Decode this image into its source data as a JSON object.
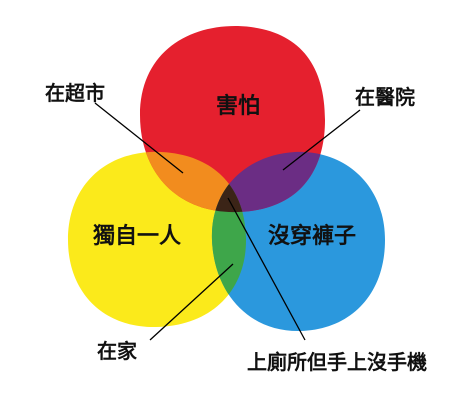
{
  "diagram": {
    "sets": [
      {
        "label": "害怕",
        "color": "#e5202e"
      },
      {
        "label": "獨自一人",
        "color": "#fbea1b"
      },
      {
        "label": "沒穿褲子",
        "color": "#2b98dd"
      }
    ],
    "overlaps": {
      "fear_alone": {
        "label": "在超市",
        "color": "#f28c1e"
      },
      "fear_nopants": {
        "label": "在醫院",
        "color": "#6b2d84"
      },
      "alone_nopants": {
        "label": "在家",
        "color": "#3ea64a"
      },
      "all_three": {
        "label": "上廁所但手上沒手機",
        "color": "#3b2417"
      }
    },
    "line_color": "#000000"
  }
}
